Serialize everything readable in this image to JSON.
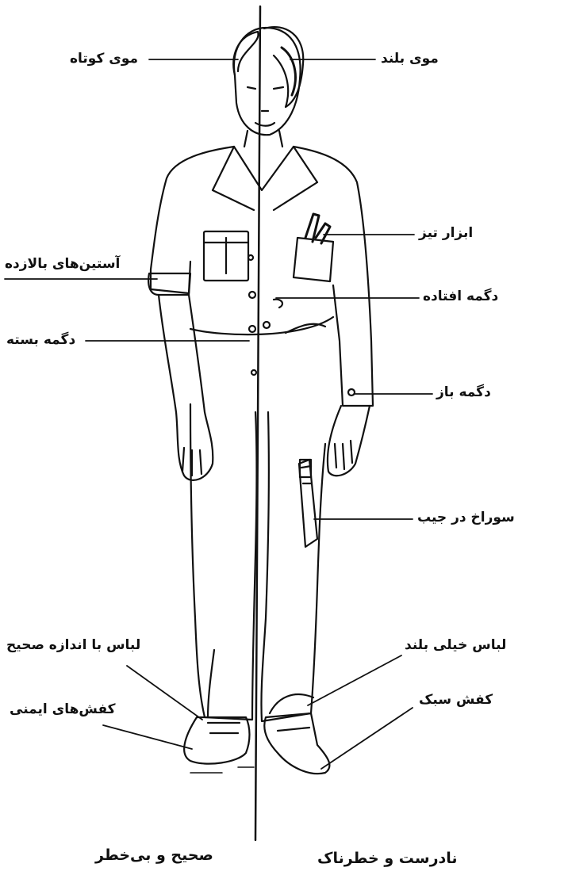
{
  "labels": {
    "short_hair": "موی کوتاه",
    "long_hair": "موی بلند",
    "sharp_tools": "ابزار تیز",
    "rolled_sleeves": "آستین‌های بالازده",
    "missing_button": "دگمه افتاده",
    "closed_button": "دگمه بسته",
    "open_button": "دگمه باز",
    "pocket_hole": "سوراخ در جیب",
    "right_size_clothes": "لباس با اندازه صحیح",
    "too_long_clothes": "لباس خیلی بلند",
    "safety_shoes": "کفش‌های ایمنی",
    "light_shoes": "کفش سبک"
  },
  "captions": {
    "correct_safe": "صحیح و بی‌خطر",
    "incorrect_dangerous": "نادرست و خطرناک"
  }
}
